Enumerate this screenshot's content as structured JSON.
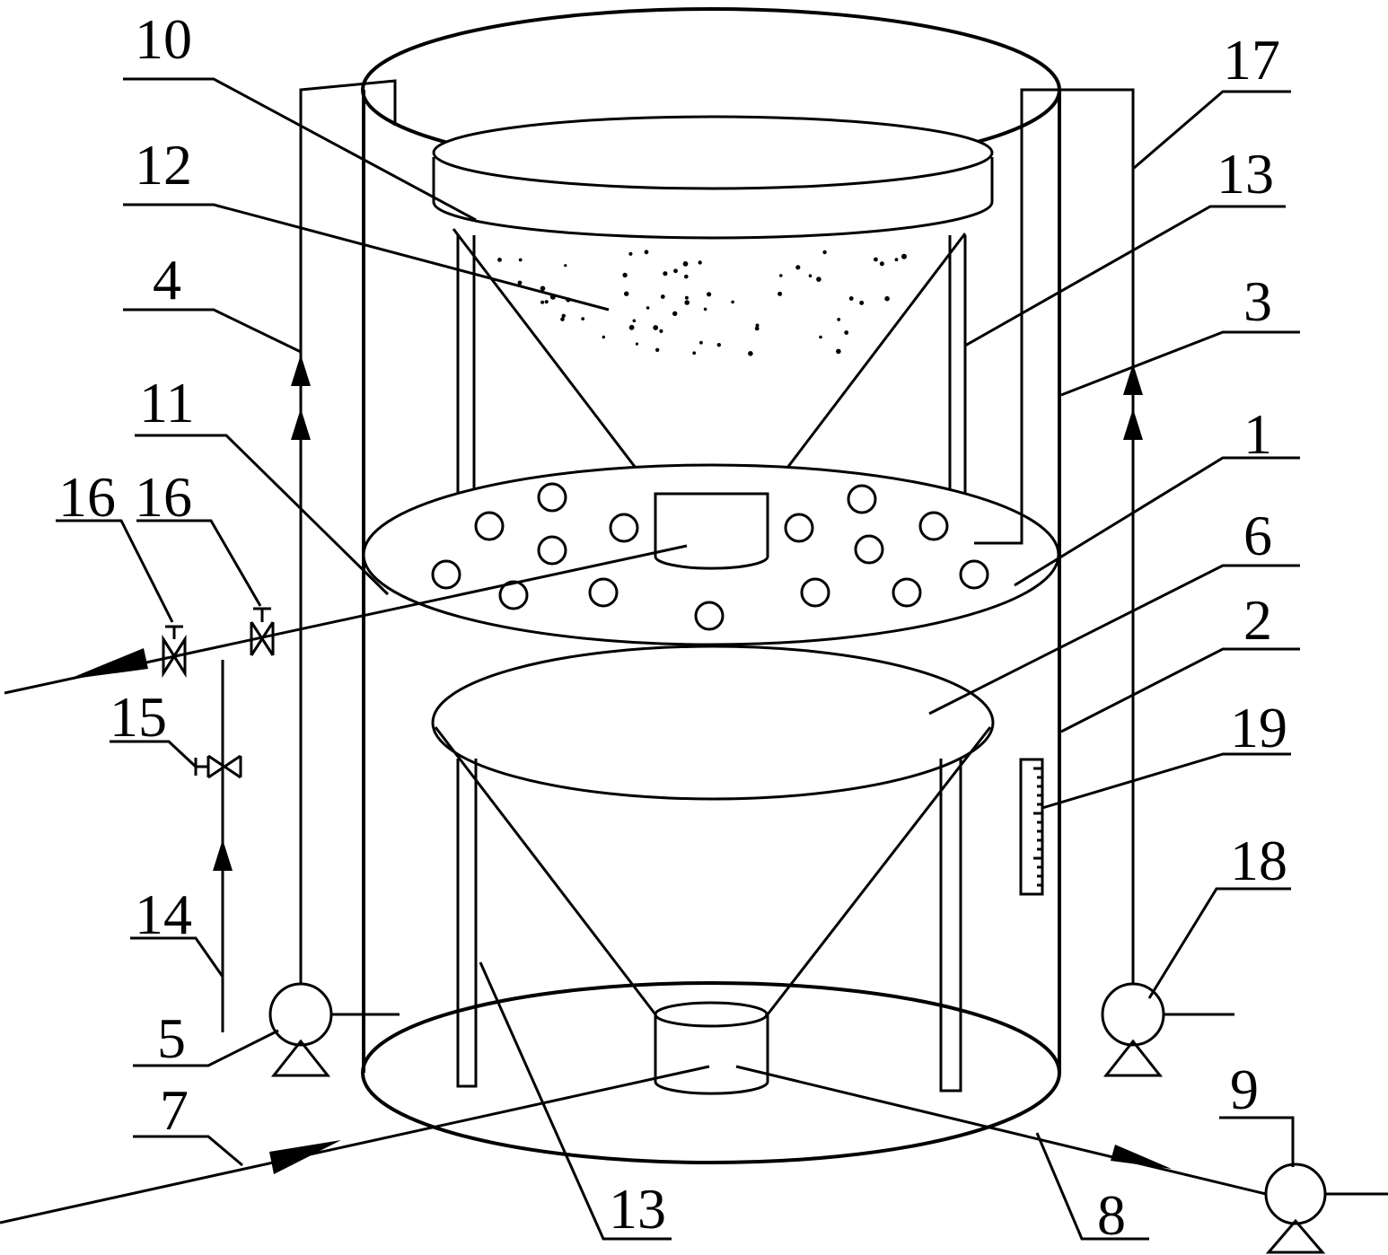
{
  "labels": {
    "l1": "1",
    "l2": "2",
    "l3": "3",
    "l4": "4",
    "l5": "5",
    "l6": "6",
    "l7": "7",
    "l8": "8",
    "l9": "9",
    "l10": "10",
    "l11": "11",
    "l12": "12",
    "l13a": "13",
    "l13b": "13",
    "l14": "14",
    "l15": "15",
    "l16a": "16",
    "l16b": "16",
    "l17": "17",
    "l18": "18",
    "l19": "19"
  }
}
